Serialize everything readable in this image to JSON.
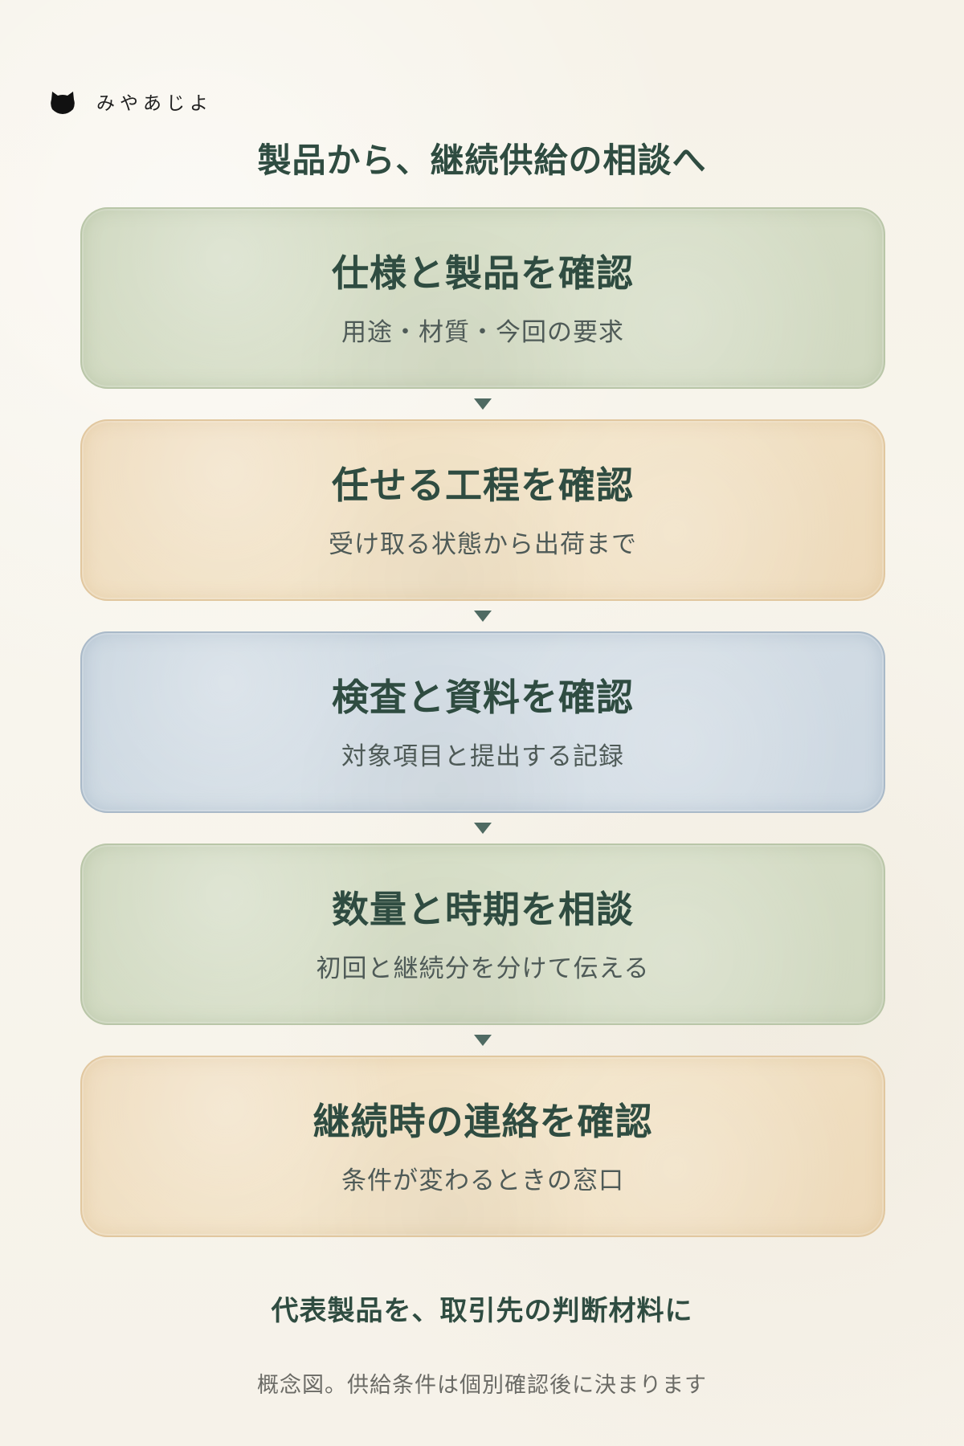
{
  "brand": {
    "name": "みやあじよ",
    "icon": "cat-icon"
  },
  "headline": "製品から、継続供給の相談へ",
  "steps": [
    {
      "title": "仕様と製品を確認",
      "subtitle": "用途・材質・今回の要求",
      "color": "green"
    },
    {
      "title": "任せる工程を確認",
      "subtitle": "受け取る状態から出荷まで",
      "color": "orange"
    },
    {
      "title": "検査と資料を確認",
      "subtitle": "対象項目と提出する記録",
      "color": "blue"
    },
    {
      "title": "数量と時期を相談",
      "subtitle": "初回と継続分を分けて伝える",
      "color": "green"
    },
    {
      "title": "継続時の連絡を確認",
      "subtitle": "条件が変わるときの窓口",
      "color": "orange"
    }
  ],
  "closing": "代表製品を、取引先の判断材料に",
  "note": "概念図。供給条件は個別確認後に決まります",
  "colors": {
    "text_dark": "#2f4c41",
    "text_muted": "#4e5a57",
    "arrow": "#4f6a62",
    "green_card": "#d4dcc5",
    "orange_card": "#f0dfc2",
    "blue_card": "#d0dbe4",
    "background": "#f7f3ea"
  }
}
